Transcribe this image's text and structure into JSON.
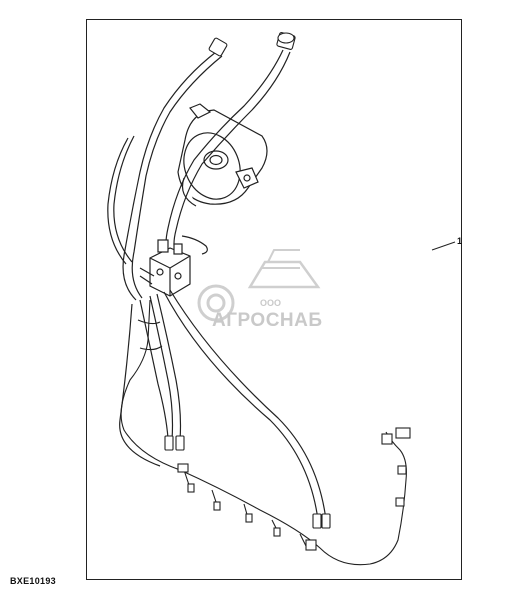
{
  "callout": {
    "label": "1"
  },
  "figure_id": "BXE10193",
  "watermark": {
    "prefix": "ООО",
    "brand": "АГРОСНАБ",
    "color": "#c9c9c9"
  },
  "colors": {
    "line": "#222222",
    "hose_fill": "#ffffff",
    "watermark": "#c9c9c9"
  }
}
